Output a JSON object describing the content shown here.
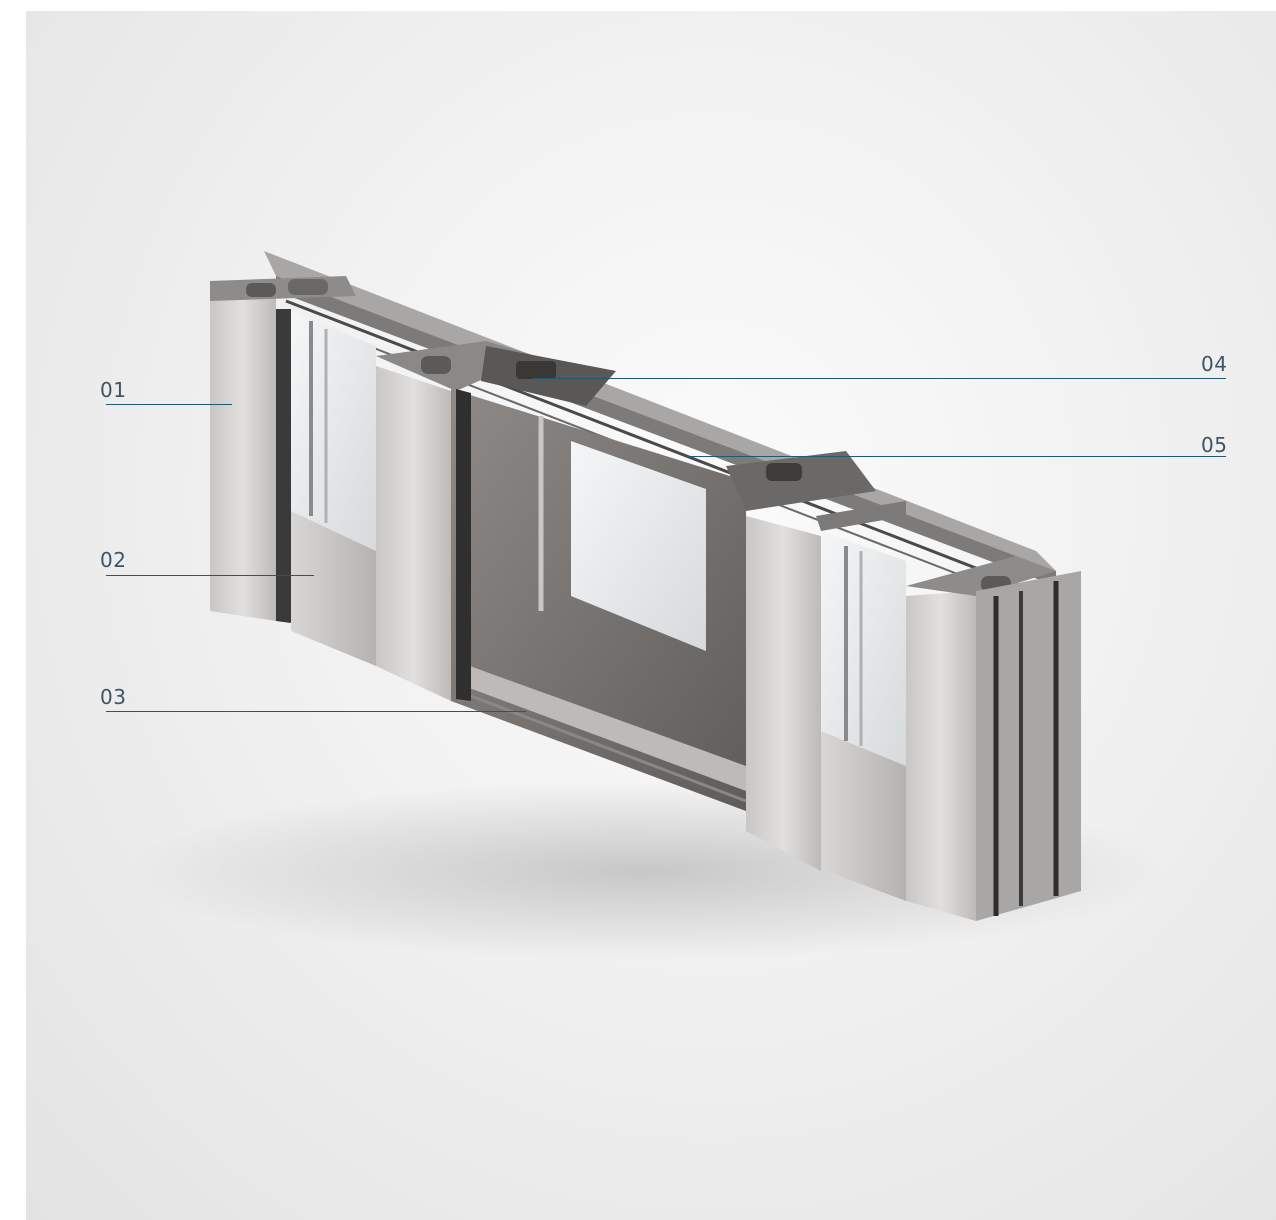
{
  "diagram": {
    "callouts": [
      {
        "id": "c1",
        "label": "01"
      },
      {
        "id": "c2",
        "label": "02"
      },
      {
        "id": "c3",
        "label": "03"
      },
      {
        "id": "c4",
        "label": "04"
      },
      {
        "id": "c5",
        "label": "05"
      }
    ],
    "colors": {
      "leader": "#1f5a6e",
      "label": "#3e5566",
      "aluminium": "#d6d4d2",
      "glass": "#e9ebed",
      "gasket": "#3a3a3a",
      "panel": "#6f6c6a"
    }
  }
}
